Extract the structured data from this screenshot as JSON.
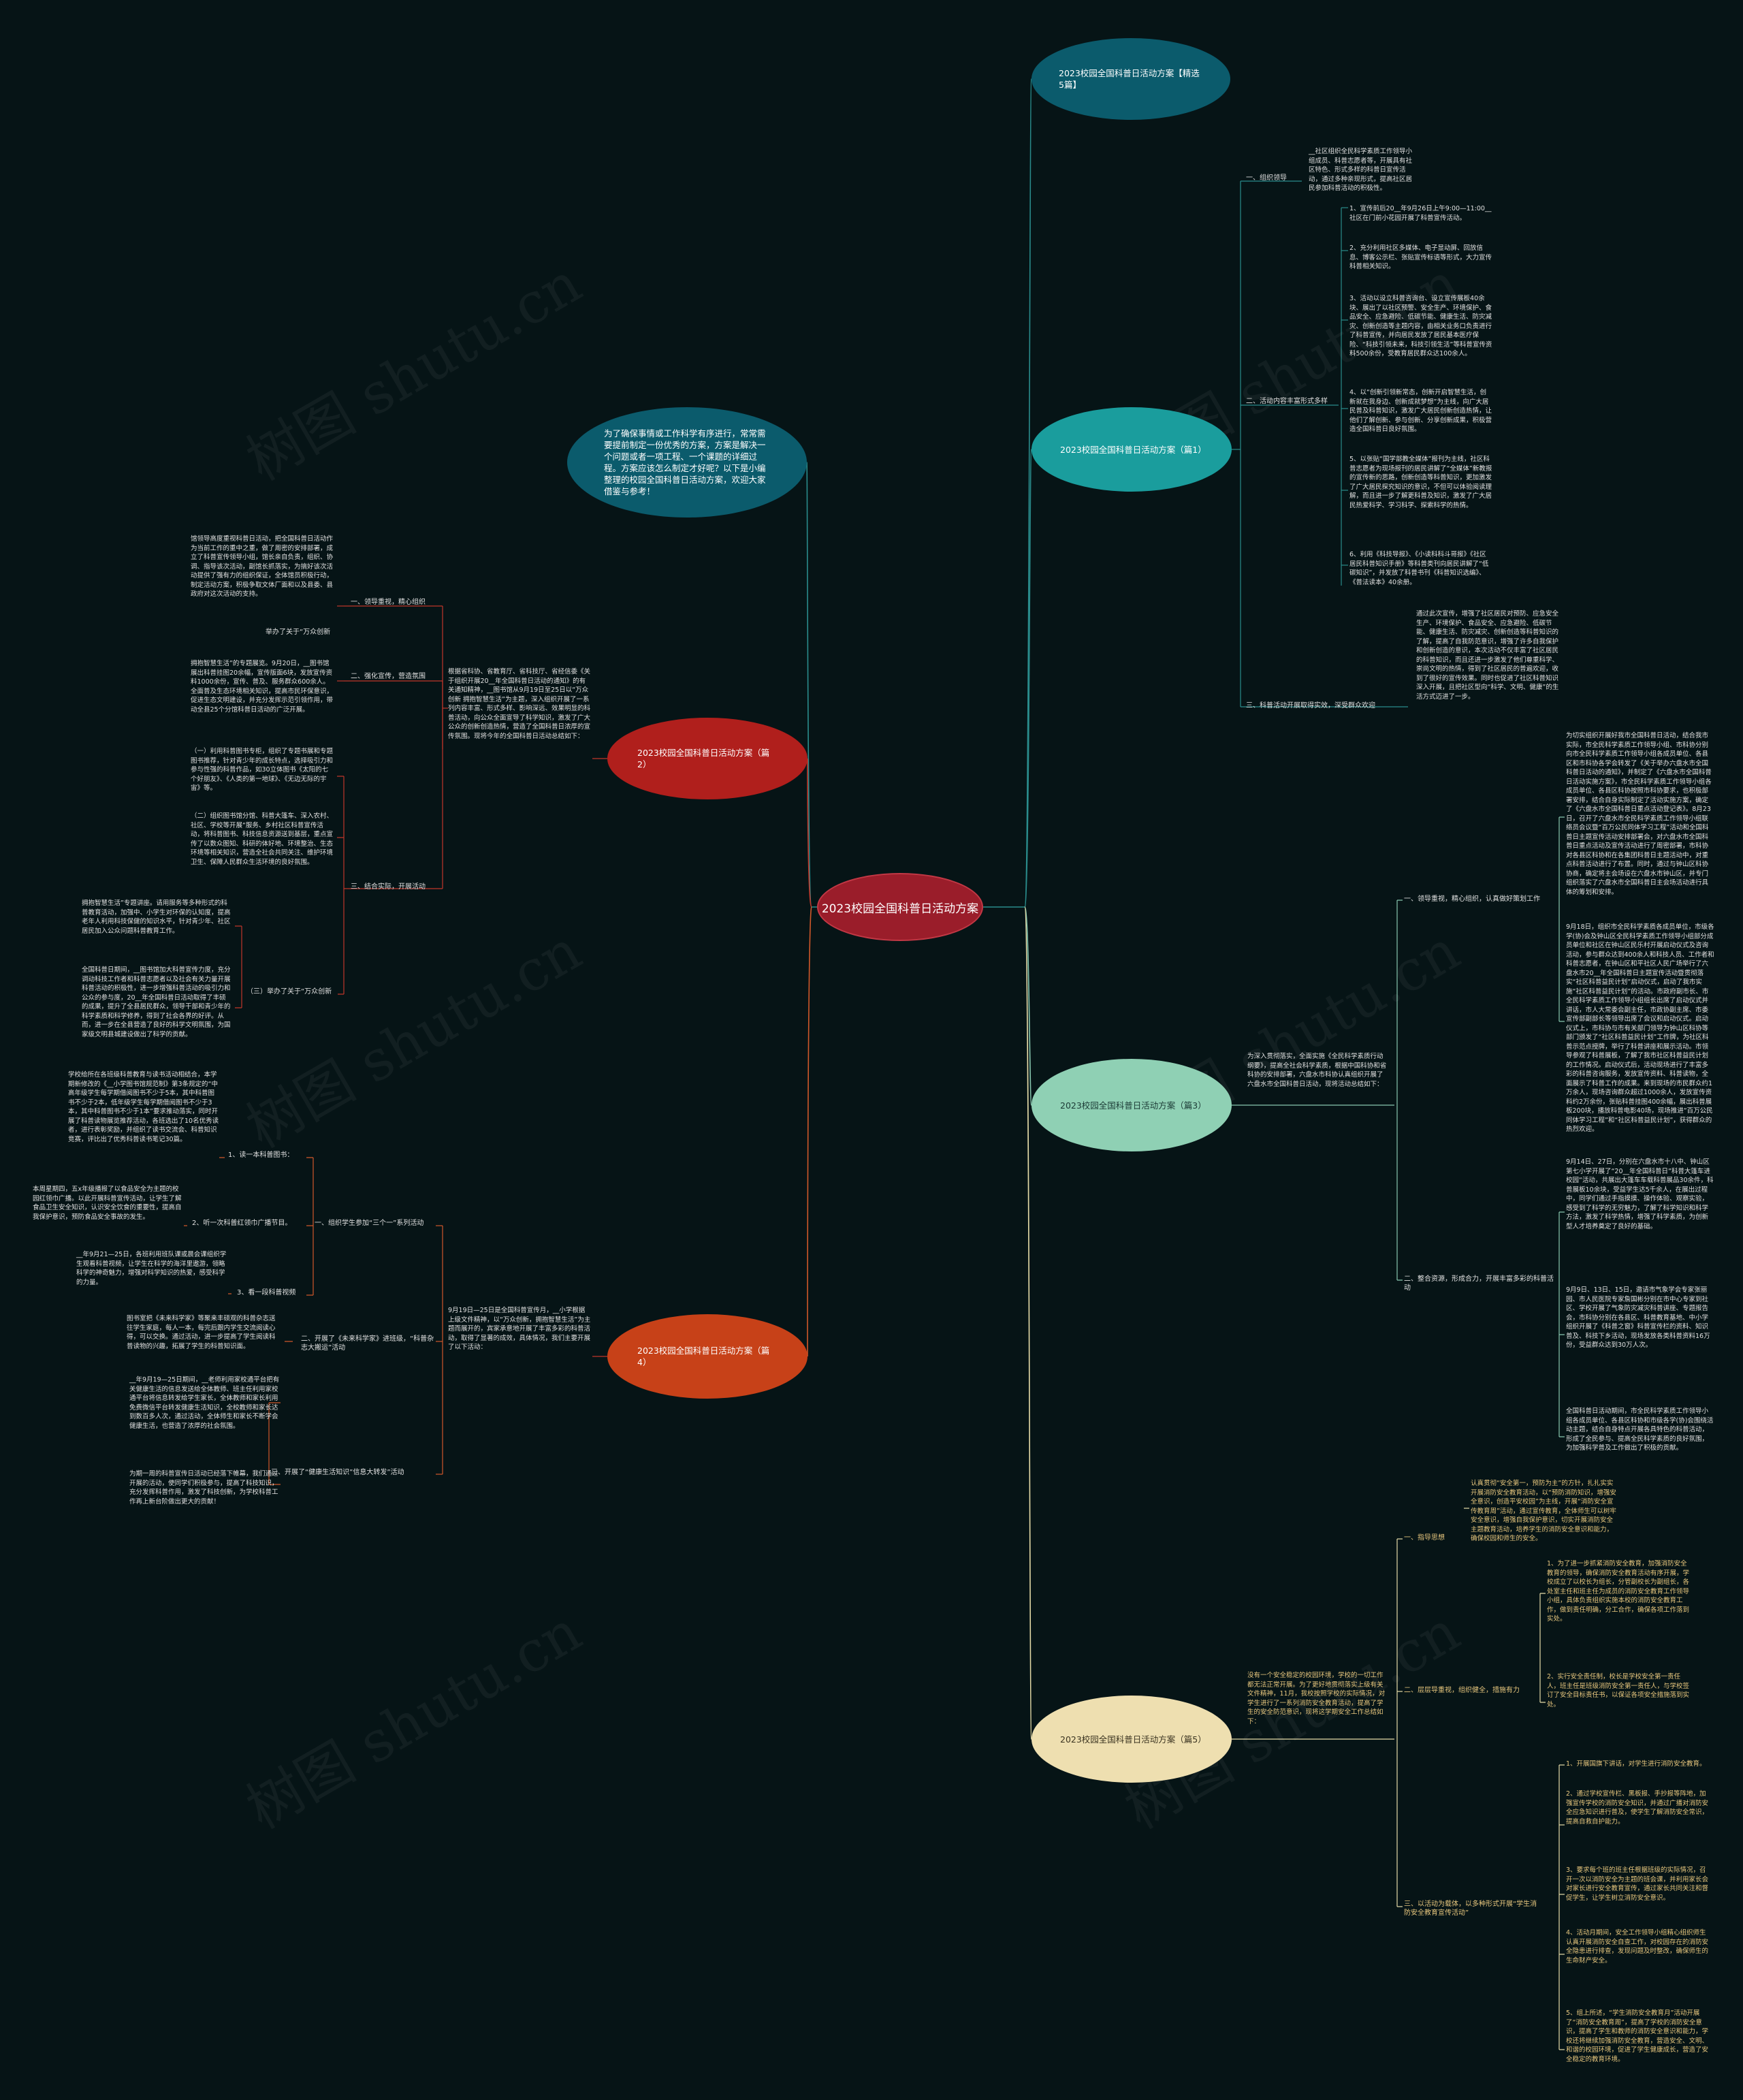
{
  "colors": {
    "background": "#061416",
    "center": "#9a1d2a",
    "top_node": "#0b5b6c",
    "intro_node": "#0b5b6c",
    "branch1": "#1a9d9d",
    "branch2": "#b01f1c",
    "branch3": "#8fd0b4",
    "branch4": "#c74118",
    "branch5": "#eedfb0",
    "line_teal": "#2a8c8c",
    "line_red": "#c0362a",
    "line_cream": "#e6dca8"
  },
  "center": "2023校园全国科普日活动方案",
  "top_node": "2023校园全国科普日活动方案【精选5篇】",
  "intro": "为了确保事情或工作科学有序进行，常常需要提前制定一份优秀的方案，方案是解决一个问题或者一项工程、一个课题的详细过程。方案应该怎么制定才好呢？以下是小编整理的校园全国科普日活动方案，欢迎大家借鉴与参考！",
  "branch1": {
    "title": "2023校园全国科普日活动方案（篇1）",
    "l1": "一、组织领导",
    "t1": "__社区组织全民科学素质工作领导小组成员、科普志愿者等，开展具有社区特色、形式多样的科普日宣传活动，通过多种亲现形式，提高社区居民参加科普活动的积极性。",
    "l2": "二、活动内容丰富形式多样",
    "t2_1": "1、宣传前后20__年9月26日上午9:00—11:00__社区在门前小花园开展了科普宣传活动。",
    "t2_2": "2、充分利用社区多媒体、电子显动屏、回放信息、博客公示栏、张贴宣传标语等形式，大力宣传科普相关知识。",
    "t2_3": "3、活动以设立科普咨询台、设立宣传展板40余块、展出了以社区预警、安全生产、环境保护、食品安全、应急避险、低碳节能、健康生活、防灾减灾、创新创造等主题内容，由相关业务口负责进行了科普宣传，并向居民发放了居民基本医疗保险、“科技引领未来，科技引领生活”等科普宣传资料500余份，受教育居民群众达100余人。",
    "t2_4": "4、以“创新引领新常态，创新开启智慧生活，创新就在我身边、创新成就梦想”为主线，向广大居民普及科普知识，激发广大居民创新创造热情，让他们了解创新、参与创新、分享创新成果，积极营造全国科普日良好氛围。",
    "t2_5": "5、以张贴“国学部教全媒体”报刊为主线，社区科普志愿者为现场报刊的居民讲解了“全媒体”新教报的宣传新的思路，创新创造等科普知识，更加激发了广大居民探究知识的意识，不但可以体验阅读理解，而且进一步了解更科普及知识，激发了广大居民热爱科学、学习科学、探索科学的热情。",
    "t2_6": "6、利用《科技导报》、《小读科科斗哥报》《社区居民科普知识手册》等科普类刊向居民讲解了“低碳知识”，并发放了科普书刊《科普知识选编》、《普法读本》40余册。",
    "l3": "三、科普活动开展取得实效，深受群众欢迎",
    "t3": "通过此次宣传，增强了社区居民对预防、应急安全生产、环境保护、食品安全、应急避险、低碳节能、健康生活、防灾减灾、创新创造等科普知识的了解，提高了自我防范意识，增强了许多自我保护和创新创造的意识，本次活动不仅丰富了社区居民的科普知识，而且还进一步激发了他们尊重科学、崇尚文明的热情，得到了社区居民的普遍欢迎，收到了很好的宣传效果。同时也促进了社区科普知识深入开展，且把社区型向“科学、文明、健康”的生活方式迈进了一步。"
  },
  "branch2": {
    "title": "2023校园全国科普日活动方案（篇2）",
    "summary": "根据省科协、省教育厅、省科技厅、省经信委《关于组织开展20__年全国科普日活动的通知》的有关通知精神，__图书馆从9月19日至25日以“万众创新 拥抱智慧生活”为主题，深入组织开展了一系列内容丰富、形式多样、影响深远、效果明显的科普活动，向公众全面宣导了科学知识，激发了广大公众的创新创造热情，营造了全国科普日浓厚的宣传氛围。现将今年的全国科普日活动总结如下：",
    "l1": "一、领导重视，精心组织",
    "t1": "馆领导高度重视科普日活动，把全国科普日活动作为当前工作的重中之重，做了周密的安排部署，成立了科普宣传领导小组，馆长亲自负责，组织、协调、指导该次活动，副馆长抓落实，为搞好该次活动提供了强有力的组织保证，全体馆员积极行动，制定活动方案，积极争取文体厂面和以及县委、县政府对这次活动的支持。",
    "l2": "二、强化宣传，营造氛围",
    "l2a": "举办了关于“万众创新",
    "t2": "拥抱智慧生活”的专题展览。9月20日，__图书馆展出科普挂图20余幅，宣传版面6块，发放宣传资料1000余份，宣传、普及、服务群众600余人。全面普及生态环境相关知识，提高市民环保意识，促进生态文明建设，并充分发挥示范引领作用，带动全县25个分馆科普日活动的广泛开展。",
    "l3": "三、结合实际，开展活动",
    "t3_1": "（一）利用科普图书专柜，组织了专题书展和专题图书推荐，针对青少年的成长特点，选择吸引力和参与性强的科普作品，如30立体图书《太阳的七个好朋友》、《人类的第一地球》、《无边无际的宇宙》等。",
    "t3_2": "（二）组织图书馆分馆、科普大篷车、深入农村、社区、学校等开展“服务、乡村社区科普宣传活动，将科普图书、科技信息资源送到基层，重点宣传了以数众图知、科研的体好地、环境整治、生态环境等相关知识，营造全社会共同关注、维护环境卫生、保障人民群众生活环境的良好氛围。",
    "l3a": "（三）举办了关于“万众创新",
    "t3_3": "拥抱智慧生活”专题讲座。请用服务等多种形式的科普教育活动，加强中、小学生对环保的认知度，提高老年人利用科技保健的知识水平，针对青少年、社区居民加入公众问题科普教育工作。",
    "t3_4": "全国科普日期间，__图书馆加大科普宣传力度，充分调动科技工作者和科普志愿者以及社会有关力量开展科普活动的积极性，进一步增强科普活动的吸引力和公众的参与度，20__年全国科普日活动取得了丰硕的成果，提升了全县居民群众，领导干部和青少年的科学素质和科学修养，得到了社会各界的好评。从而，进一步在全县营造了良好的科学文明氛围，为国家级文明县城建设做出了科学的贡献。"
  },
  "branch3": {
    "title": "2023校园全国科普日活动方案（篇3）",
    "summary": "为深入贯彻落实，全面实施《全民科学素质行动纲要》，提高全社会科学素质，根据中国科协和省科协的安排部署，六盘水市科协认真组织开展了六盘水市全国科普日活动，现将活动总结如下：",
    "l1": "一、领导重视，精心组织，认真做好策划工作",
    "t1_1": "为切实组织开展好我市全国科普日活动，结合我市实际，市全民科学素质工作领导小组、市科协分别向市全民科学素质工作领导小组各成员单位、各县区和市科协各学会转发了《关于举办六盘水市全国科普日活动的通知》，并制定了《六盘水市全国科普日活动实施方案》，市全民科学素质工作领导小组各成员单位、各县区科协按照市科协要求，也积极部署安排，结合自身实际制定了活动实施方案，确定了《六盘水市全国科普日重点活动登记表》。8月23日，召开了六盘水市全民科学素质工作领导小组联络员会议暨“百万公民同体学习工程”活动和全国科普日主题宣传活动安排部署会，对六盘水市全国科普日重点活动及宣传活动进行了周密部署，市科协对各县区科协和在各集团科普日主题活动中，对重点科普活动进行了布置。同时，通过与钟山区科协协商，确定将主会场设在六盘水市钟山区，并专门组织落实了六盘水市全国科普日主会场活动进行具体的筹划和安排。",
    "t1_2": "9月18日，组织市全民科学素质各成员单位，市级各学(协)会及钟山区全民科学素质工作领导小组部分成员单位和社区在钟山区民乐村开展启动仪式及咨询活动，参与群众达到400余人和科技人员、工作者和科普志愿者，在钟山区和平社区人民广场举行了六盘水市20__年全国科普日主题宣传活动暨贯彻落实“社区科普益民计划”启动仪式，启动了我市实施“社区科普益民计划”的活动。市政府副市长、市全民科学素质工作领导小组组长出席了启动仪式并讲话，市人大常委会副主任，市政协副主席、市委宣传部副部长等领导出席了会议和启动仪式。启动仪式上，市科协与市有关部门领导为钟山区科协等部门颁发了“社区科普益民计划”工作牌，为社区科普示范点授牌，举行了科普讲座和展示活动。市领导参观了科普展板，了解了我市社区科普益民计划的工作情况。启动仪式后，活动现场进行了丰富多彩的科普咨询服务，发放宣传资料、科普读物，全面展示了科普工作的成果。来到现场的市民群众约1万余人，现场咨询群众超过1000余人，发放宣传资料约2万余份，张贴科普挂图400余幅，展出科普展板200块，播放科普电影40场，现场推进“百万公民同体学习工程”和“社区科普益民计划”，获得群众的热烈欢迎。",
    "l2": "二、整合资源，形成合力，开展丰富多彩的科普活动",
    "t2_1": "9月14日、27日，分别在六盘水市十八中、钟山区第七小学开展了“20__年全国科普日”科普大篷车进校园“活动，共展出大篷车车载科普展品30余件，科普展板10余块，受益学生达5千余人，在展出过程中，同学们通过手指摸摸、操作体验、观察实验，感受到了科学的无穷魅力，了解了科学知识和科学方法，激发了科学热情，增强了科学素质，为创新型人才培养奠定了良好的基础。",
    "t2_2": "9月9日、13日、15日，邀请市气象学会专家张丽园、市人民医院专家詹国彬分别在市中心专家到社区、学校开展了气象防灾减灾科普讲座、专题报告会，市科协分别在各县区、科普教育基地、中小学组织开展了《科普之窗》科普宣传栏的资料、知识普及、科技下乡活动，现场发放各类科普资料16万份，受益群众达到30万人次。",
    "t2_3": "全国科普日活动期间，市全民科学素质工作领导小组各成员单位、各县区科协和市级各学(协)会围绕活动主题，结合自身特点开展各具特色的科普活动，形成了全民参与、提高全民科学素质的良好氛围，为加强科学普及工作做出了积极的贡献。"
  },
  "branch4": {
    "title": "2023校园全国科普日活动方案（篇4）",
    "summary": "9月19日—25日是全国科普宣传月，__小学根据上级文件精神，以“万众创新，拥抱智慧生活”为主题而展开的，宾家承意地开展了丰富多彩的科普活动，取得了显著的成效，具体情况，我们主要开展了以下活动：",
    "l1": "一、组织学生参加“三个一”系列活动",
    "l1a": "1、读一本科普图书：",
    "t1a": "学校给所在各班级科普教育与读书活动相结合，本学期新修改的《__小学图书馆规范制》第3条规定的“中高年级学生每学期借阅图书不少于5本，其中科普图书不少于2本，低年级学生每学期借阅图书不少于3本，其中科普图书不少于1本”要求推动落实，同时开展了科普读物展览推荐活动，各班选出了10名优秀读者，进行表彰奖励，并组织了读书交流会、科普知识竞赛，评比出了优秀科普读书笔记30篇。",
    "l1b": "2、听一次科普红领巾广播节目。",
    "t1b": "本周星期四，五x年级播报了以食品安全为主题的校园红领巾广播。以此开展科普宣传活动，让学生了解食品卫生安全知识，认识安全饮食的重要性，提高自我保护意识，预防食品安全事故的发生。",
    "l1c": "3、看一段科普视频",
    "t1c": "__年9月21—25日，各班利用班队课或晨会课组织学生观看科普视频，让学生在科学的海洋里遨游，领略科学的神奇魅力，增强对科学知识的热爱，感受科学的力量。",
    "l2": "二、开展了《未来科学家》进班级，“科普杂志大搬运”活动",
    "t2": "图书室把《未来科学家》等聚来丰硕观的科普杂志送往学生家庭，每人一本，每完后跟内学生交流阅读心得，可以交换。通过活动，进一步提高了学生阅读科普读物的兴趣，拓展了学生的科普知识面。",
    "l3": "三、开展了“健康生活知识”信息大转发”活动",
    "t3a": "__年9月19—25日期间，__老师利用家校通平台把有关健康生活的信息发送给全体教师、班主任利用家校通平台将信息转发给学生家长，全体教师和家长利用免费微信平台转发健康生活知识，全校教师和家长达到数百多人次，通过活动，全体师生和家长不断学会健康生活，也营造了浓厚的社会氛围。",
    "t3b": "为期一周的科普宣传日活动已经落下帷幕，我们通过开展的活动，使同学们积极参与，提高了科技知识，充分发挥科普作用，激发了科技创新，为学校科普工作再上新台阶做出更大的贡献！"
  },
  "branch5": {
    "title": "2023校园全国科普日活动方案（篇5）",
    "summary": "没有一个安全稳定的校园环境，学校的一切工作都无法正常开展。为了更好地贯彻落实上级有关文件精神，11月，我校按照学校的实际情况，对学生进行了一系列消防安全教育活动，提高了学生的安全防范意识，现将这学期安全工作总结如下：",
    "l1": "一、指导思想",
    "t1": "认真贯彻“安全第一，预防为主”的方针，扎扎实实开展消防安全教育活动，以“预防消防知识，增强安全意识，创造平安校园”为主线，开展“消防安全宣传教育周”活动，通过宣传教育，全体师生可以树牢安全意识，增强自我保护意识，切实开展消防安全主题教育活动，培养学生的消防安全意识和能力，确保校园和师生的安全。",
    "l2": "二、层层导重视，组织健全，措施有力",
    "t2_1": "1、为了进一步抓紧消防安全教育，加强消防安全教育的领导，确保消防安全教育活动有序开展，学校成立了以校长为组长，分管副校长为副组长，各处室主任和班主任为成员的消防安全教育工作领导小组，具体负责组织实施本校的消防安全教育工作，做到责任明确，分工合作，确保各项工作落到实处。",
    "t2_2": "2、实行安全责任制，校长是学校安全第一责任人，班主任是班级消防安全第一责任人，与学校签订了安全目标责任书，以保证各项安全措施落到实处。",
    "l3": "三、以活动为载体，以多种形式开展“学生消防安全教育宣传活动”",
    "t3_1": "1、开展国旗下讲话，对学生进行消防安全教育。",
    "t3_2": "2、通过学校宣传栏、黑板报、手抄报等阵地，加强宣传学校的消防安全知识，并通过广播对消防安全应急知识进行普及，使学生了解消防安全常识，提高自救自护能力。",
    "t3_3": "3、要求每个班的班主任根据班级的实际情况，召开一次以消防安全为主题的班会课，并利用家长会对家长进行安全教育宣传，通过家长共同关注和督促学生，让学生树立消防安全意识。",
    "t3_4": "4、活动月期间，安全工作领导小组精心组织师生认真开展消防安全自查工作，对校园存在的消防安全隐患进行排查，发现问题及时整改，确保师生的生命财产安全。",
    "t3_5": "5、组上所述，“学生消防安全教育月”活动开展了“消防安全教育周”，提高了学校的消防安全意识，提高了学生和教师的消防安全意识和能力，学校还将继续加强消防安全教育，营造安全、文明、和谐的校园环境，促进了学生健康成长，营造了安全稳定的教育环境。"
  },
  "watermark": "树图 shutu.cn"
}
